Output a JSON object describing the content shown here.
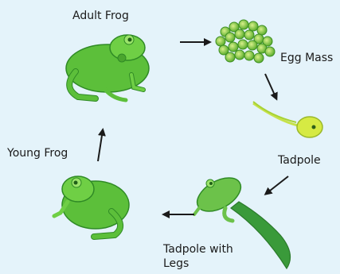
{
  "stages": {
    "adult_frog": "Adult Frog",
    "egg_mass": "Egg Mass",
    "tadpole": "Tadpole",
    "tadpole_with_legs": "Tadpole with Legs",
    "young_frog": "Young Frog"
  },
  "colors": {
    "background": "#e4f3fa",
    "frog_green": "#5cbf3a",
    "frog_dark": "#2f8a25",
    "egg_fill": "#8fd14f",
    "arrow": "#1a1a1a"
  }
}
